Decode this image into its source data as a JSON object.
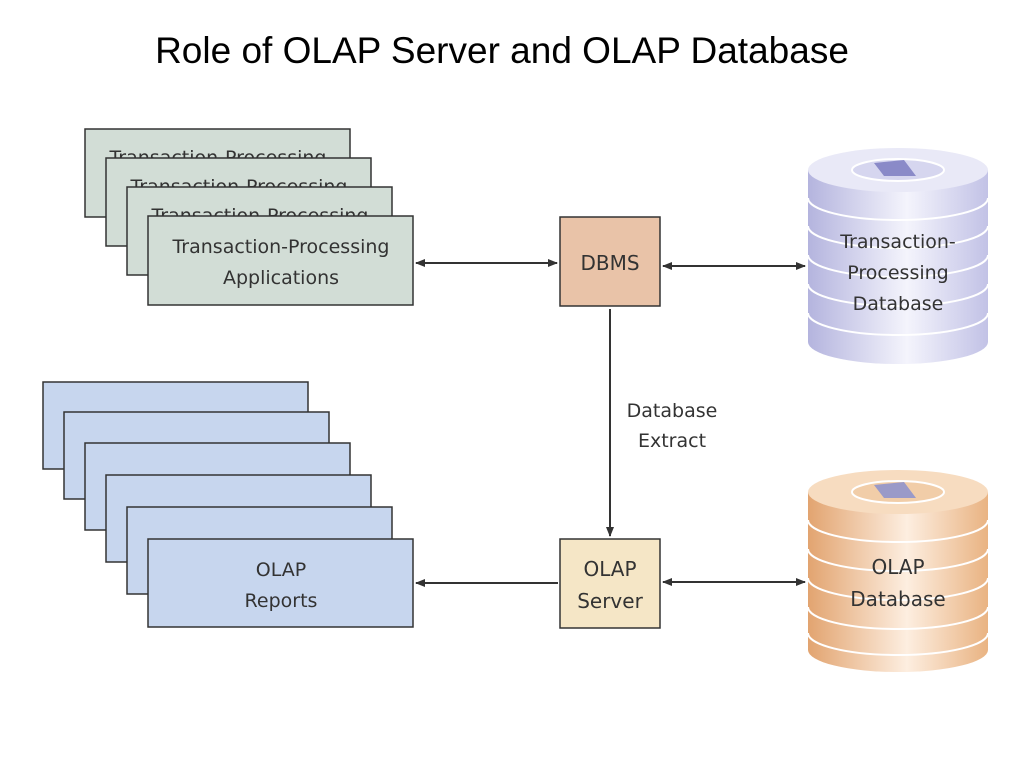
{
  "title": "Role of OLAP Server and OLAP Database",
  "nodes": {
    "tp_apps_stack_label": "Transaction-Processing",
    "tp_apps": {
      "line1": "Transaction-Processing",
      "line2": "Applications"
    },
    "dbms": "DBMS",
    "tp_db": {
      "line1": "Transaction-",
      "line2": "Processing",
      "line3": "Database"
    },
    "olap_reports": {
      "line1": "OLAP",
      "line2": "Reports"
    },
    "olap_server": {
      "line1": "OLAP",
      "line2": "Server"
    },
    "olap_db": {
      "line1": "OLAP",
      "line2": "Database"
    }
  },
  "edges": {
    "extract_label": {
      "line1": "Database",
      "line2": "Extract"
    }
  },
  "colors": {
    "tp_box": "#d2ddd6",
    "olap_report_box": "#c7d6ee",
    "dbms_box": "#e9c3a8",
    "olap_server_box": "#f5e6c6",
    "tp_db": "#c8c8ea",
    "olap_db": "#efbf92",
    "stroke": "#333333"
  }
}
